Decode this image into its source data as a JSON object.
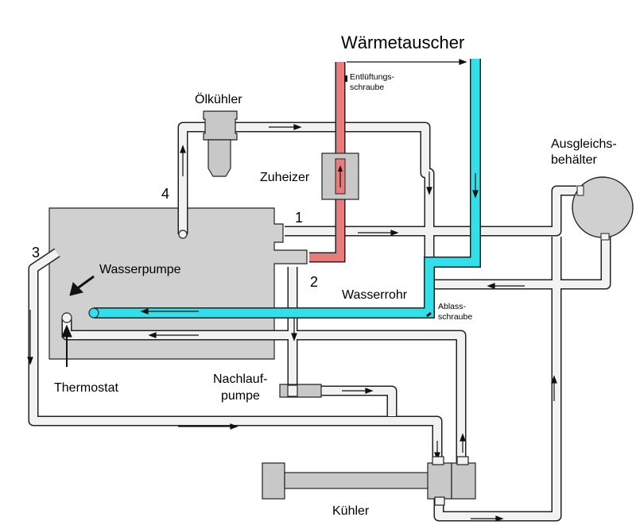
{
  "title": "Wärmetauscher",
  "labels": {
    "bleed_screw_1": "Entlüftungs-",
    "bleed_screw_2": "schraube",
    "oil_cooler": "Ölkühler",
    "aux_heater": "Zuheizer",
    "expansion_tank_1": "Ausgleichs-",
    "expansion_tank_2": "behälter",
    "water_pump": "Wasserpumpe",
    "thermostat": "Thermostat",
    "water_pipe": "Wasserrohr",
    "drain_screw_1": "Ablass-",
    "drain_screw_2": "schraube",
    "afterrun_pump_1": "Nachlauf-",
    "afterrun_pump_2": "pumpe",
    "radiator": "Kühler"
  },
  "ports": {
    "p1": "1",
    "p2": "2",
    "p3": "3",
    "p4": "4"
  },
  "colors": {
    "hot_line": "#e87c7c",
    "cold_line": "#33e0ea",
    "pipe_fill": "#f2f2f2",
    "component_fill": "#d0d0d0",
    "outline": "#222222"
  }
}
